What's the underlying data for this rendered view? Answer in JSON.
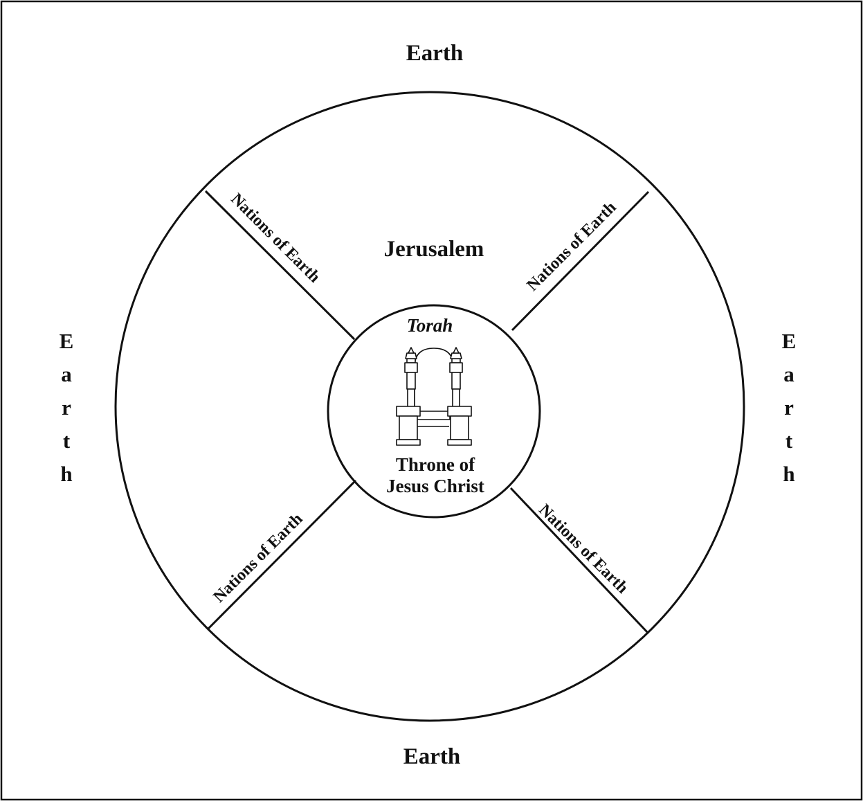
{
  "labels": {
    "earth_top": "Earth",
    "earth_bottom": "Earth",
    "earth_left": "Earth",
    "earth_right": "Earth",
    "jerusalem": "Jerusalem",
    "torah": "Torah",
    "throne_line1": "Throne of",
    "throne_line2": "Jesus Christ",
    "nations_upper_left": "Nations of Earth",
    "nations_upper_right": "Nations of Earth",
    "nations_lower_left": "Nations of Earth",
    "nations_lower_right": "Nations of Earth"
  },
  "icons": {
    "throne": "throne-icon"
  },
  "colors": {
    "ink": "#111111",
    "background": "#ffffff"
  }
}
